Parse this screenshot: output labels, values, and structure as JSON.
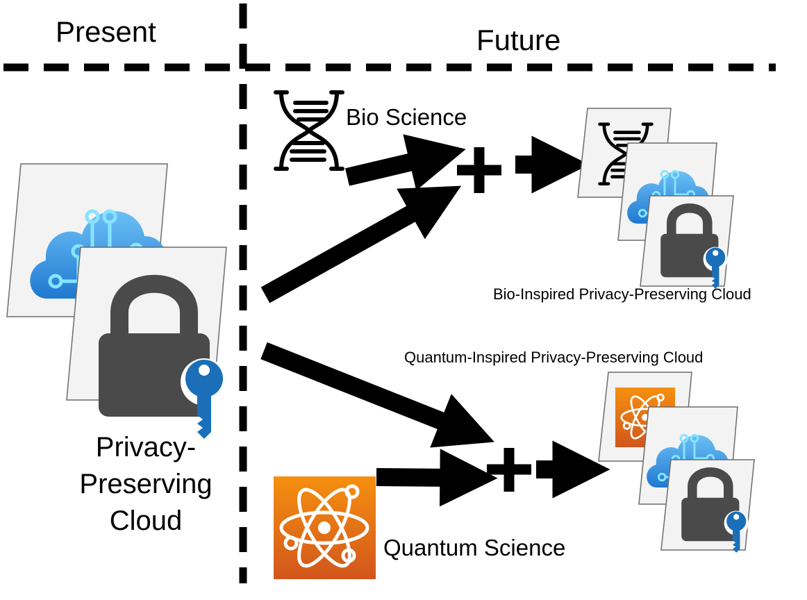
{
  "headers": {
    "present": "Present",
    "future": "Future"
  },
  "labels": {
    "bio_science": "Bio Science",
    "quantum_science": "Quantum Science",
    "bio_cloud": "Bio-Inspired Privacy-Preserving Cloud",
    "quantum_cloud": "Quantum-Inspired Privacy-Preserving Cloud",
    "privacy_cloud_lines": [
      "Privacy-",
      "Preserving",
      "Cloud"
    ]
  },
  "colors": {
    "cloud_light": "#5fb3f0",
    "cloud_dark": "#1f77d0",
    "circuit": "#7ee0ff",
    "lock_body": "#4a4a4a",
    "key": "#1a6fb8",
    "quantum_top": "#f28c0f",
    "quantum_bottom": "#d95a1a",
    "card_fill": "#f3f3f3",
    "card_border": "#6b6b6b"
  },
  "icons": [
    "cloud-circuit-icon",
    "lock-key-icon",
    "dna-icon",
    "atom-icon",
    "plus-icon",
    "arrow-icon"
  ]
}
